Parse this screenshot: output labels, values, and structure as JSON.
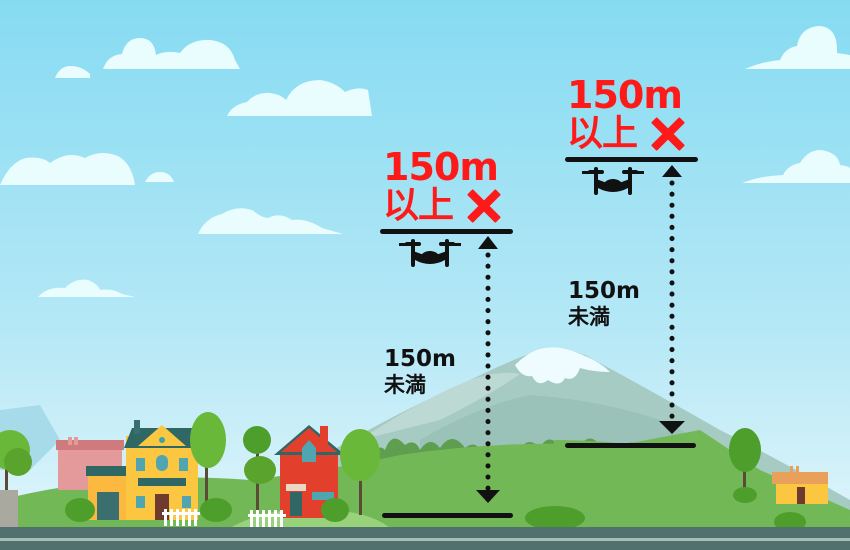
{
  "scene": {
    "description": "Drone altitude rule illustration: flying 150m or higher above ground is prohibited; under 150m is allowed",
    "colors": {
      "sky_top": "#86dbf2",
      "sky_bottom": "#d6f2fa",
      "cloud": "#e9fdff",
      "mountain": "#a6cbc3",
      "mountain_snow": "#eefcff",
      "hill_green": "#72b857",
      "hill_light": "#98d27a",
      "bush": "#4e9e2c",
      "road": "#50716d",
      "road_line": "#a8bdb8",
      "warning_red": "#ff1a1a",
      "ink": "#111111"
    }
  },
  "markers": [
    {
      "id": "left",
      "over_limit": {
        "line1": "150m",
        "line2": "以上",
        "mark": "✕"
      },
      "under_limit": {
        "line1": "150m",
        "line2": "未満"
      },
      "ground": "flat ground near road"
    },
    {
      "id": "right",
      "over_limit": {
        "line1": "150m",
        "line2": "以上",
        "mark": "✕"
      },
      "under_limit": {
        "line1": "150m",
        "line2": "未満"
      },
      "ground": "hillside"
    }
  ]
}
